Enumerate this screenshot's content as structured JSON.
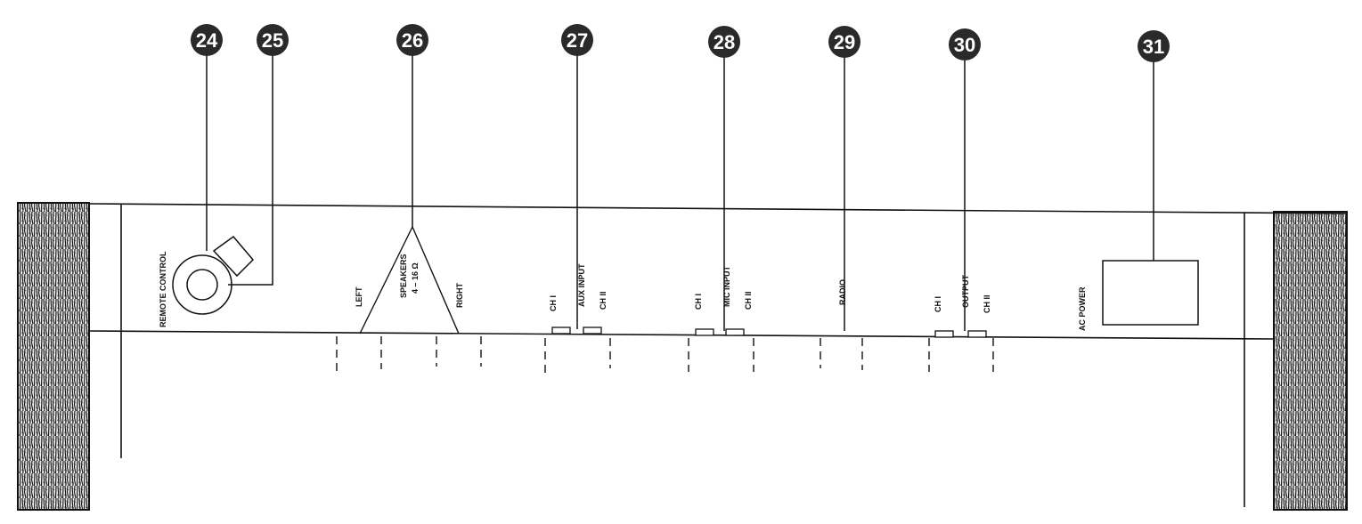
{
  "callouts": [
    {
      "id": "24",
      "number": "24"
    },
    {
      "id": "25",
      "number": "25"
    },
    {
      "id": "26",
      "number": "26"
    },
    {
      "id": "27",
      "number": "27"
    },
    {
      "id": "28",
      "number": "28"
    },
    {
      "id": "29",
      "number": "29"
    },
    {
      "id": "30",
      "number": "30"
    },
    {
      "id": "31",
      "number": "31"
    }
  ],
  "panel_labels": {
    "remote_control": "REMOTE CONTROL",
    "left": "LEFT",
    "speakers": "SPEAKERS",
    "speakers_impedance": "4 – 16 Ω",
    "right": "RIGHT",
    "aux_ch1": "CH I",
    "aux_input": "AUX INPUT",
    "aux_ch2": "CH II",
    "mic_ch1": "CH I",
    "mic_input": "MIC INPUT",
    "mic_ch2": "CH II",
    "radio": "RADIO",
    "out_ch1": "CH I",
    "output": "OUTPUT",
    "out_ch2": "CH II",
    "ac_power": "AC POWER"
  },
  "colors": {
    "line": "#111111",
    "callout_fill": "#2a2a2a",
    "wood_dark": "#1a1a1a",
    "wood_light": "#f4f4f4"
  }
}
